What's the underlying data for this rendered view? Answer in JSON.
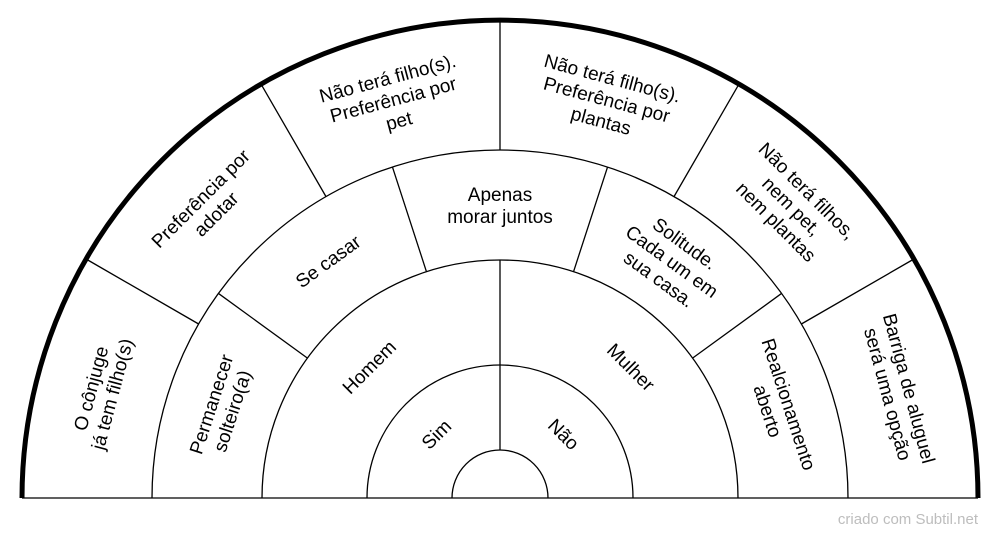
{
  "rings": [
    {
      "name": "ring-1",
      "items": [
        {
          "id": "sim",
          "text": [
            "Sim"
          ]
        },
        {
          "id": "nao",
          "text": [
            "Não"
          ]
        }
      ]
    },
    {
      "name": "ring-2",
      "items": [
        {
          "id": "homem",
          "text": [
            "Homem"
          ]
        },
        {
          "id": "mulher",
          "text": [
            "Mulher"
          ]
        }
      ]
    },
    {
      "name": "ring-3",
      "items": [
        {
          "id": "permanecer-solteiro",
          "text": [
            "Permanecer",
            "solteiro(a)"
          ]
        },
        {
          "id": "se-casar",
          "text": [
            "Se casar"
          ]
        },
        {
          "id": "apenas-morar-juntos",
          "text": [
            "Apenas",
            "morar juntos"
          ]
        },
        {
          "id": "solitude",
          "text": [
            "Solitude.",
            "Cada um em",
            "sua casa."
          ]
        },
        {
          "id": "relacionamento-aberto",
          "text": [
            "Realcionamento",
            "aberto"
          ]
        }
      ]
    },
    {
      "name": "ring-4",
      "items": [
        {
          "id": "conjuge-filho",
          "text": [
            "O cônjuge",
            "já tem filho(s)"
          ]
        },
        {
          "id": "preferencia-adotar",
          "text": [
            "Preferência por",
            "adotar"
          ]
        },
        {
          "id": "preferencia-pet",
          "text": [
            "Não terá filho(s).",
            "Preferência por",
            "pet"
          ]
        },
        {
          "id": "preferencia-plantas",
          "text": [
            "Não terá filho(s).",
            "Preferência por",
            "plantas"
          ]
        },
        {
          "id": "nem-pet-nem-plantas",
          "text": [
            "Não terá filhos,",
            "nem pet,",
            "nem plantas"
          ]
        },
        {
          "id": "barriga-aluguel",
          "text": [
            "Barriga de aluguel",
            "será uma opção"
          ]
        }
      ]
    }
  ],
  "watermark": "criado com Subtil.net"
}
